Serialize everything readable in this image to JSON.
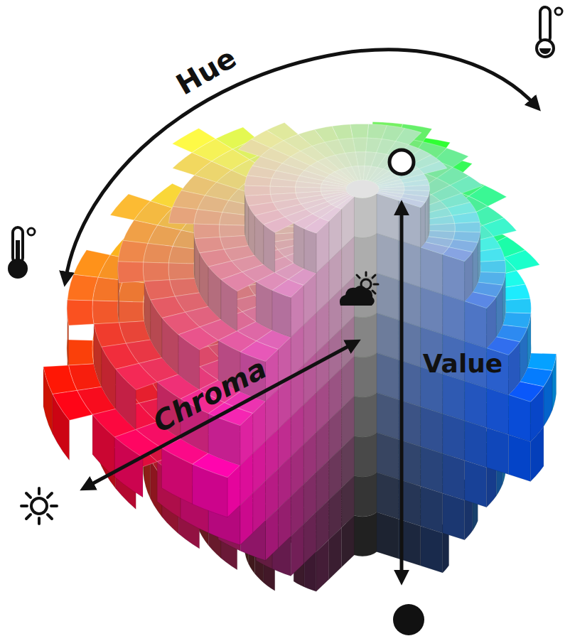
{
  "diagram": {
    "labels": [
      "Hue",
      "Chroma",
      "Value"
    ]
  }
}
